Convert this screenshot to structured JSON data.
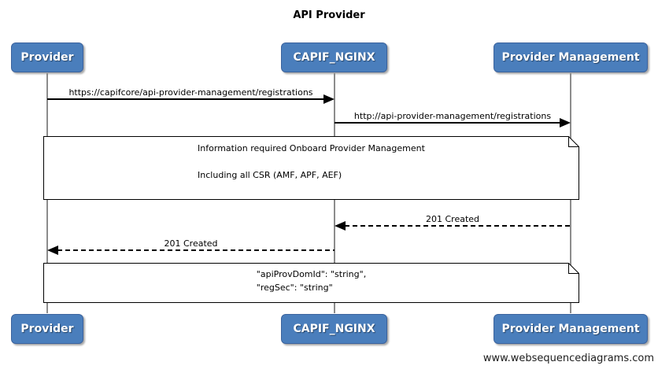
{
  "title": "API Provider",
  "watermark": "www.websequencediagrams.com",
  "colors": {
    "actor_fill": "#4a7ebc",
    "actor_border": "#3b639e",
    "lifeline": "#8c8c8c",
    "note_background": "#ffffff",
    "line": "#000000"
  },
  "actors": [
    {
      "id": "provider",
      "label": "Provider"
    },
    {
      "id": "capif-nginx",
      "label": "CAPIF_NGINX"
    },
    {
      "id": "provider-management",
      "label": "Provider Management"
    }
  ],
  "messages": [
    {
      "label": "https://capifcore/api-provider-management/registrations",
      "from": "Provider",
      "to": "CAPIF_NGINX",
      "line_style": "solid"
    },
    {
      "label": "http://api-provider-management/registrations",
      "from": "CAPIF_NGINX",
      "to": "Provider Management",
      "line_style": "solid"
    },
    {
      "label": "201 Created",
      "from": "Provider Management",
      "to": "CAPIF_NGINX",
      "line_style": "dashed"
    },
    {
      "label": "201 Created",
      "from": "CAPIF_NGINX",
      "to": "Provider",
      "line_style": "dashed"
    }
  ],
  "notes": [
    {
      "lines": [
        "Information required Onboard Provider Management",
        "",
        "Including all CSR (AMF, APF, AEF)"
      ]
    },
    {
      "lines": [
        "\"apiProvDomId\": \"string\",",
        "\"regSec\": \"string\""
      ]
    }
  ]
}
